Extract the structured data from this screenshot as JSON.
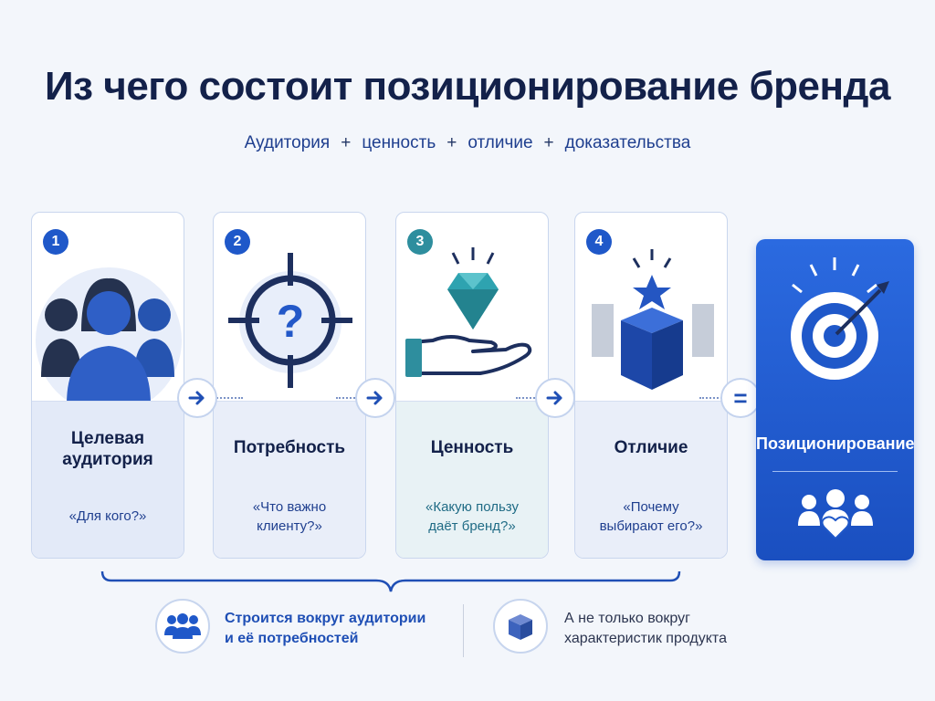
{
  "title": "Из чего состоит позиционирование бренда",
  "subtitle": {
    "parts": [
      "Аудитория",
      "ценность",
      "отличие",
      "доказательства"
    ],
    "separator": "+"
  },
  "steps": [
    {
      "number": "1",
      "label_line1": "Целевая",
      "label_line2": "аудитория",
      "question_line1": "«Для кого?»",
      "question_line2": "",
      "icon": "people-group-icon"
    },
    {
      "number": "2",
      "label_line1": "Потребность",
      "label_line2": "",
      "question_line1": "«Что важно",
      "question_line2": "клиенту?»",
      "icon": "target-question-icon"
    },
    {
      "number": "3",
      "label_line1": "Ценность",
      "label_line2": "",
      "question_line1": "«Какую пользу",
      "question_line2": "даёт бренд?»",
      "icon": "diamond-hand-icon"
    },
    {
      "number": "4",
      "label_line1": "Отличие",
      "label_line2": "",
      "question_line1": "«Почему",
      "question_line2": "выбирают его?»",
      "icon": "standout-cube-star-icon"
    }
  ],
  "equals": "=",
  "result": {
    "label": "Позиционирование",
    "icon": "bullseye-target-icon",
    "sub_icon": "people-heart-icon"
  },
  "footer": {
    "left_line1": "Строится вокруг аудитории",
    "left_line2": "и её потребностей",
    "right_line1": "А не только вокруг",
    "right_line2": "характеристик продукта"
  },
  "colors": {
    "primary": "#1f58c9",
    "dark": "#13214a",
    "teal": "#2e8e9e",
    "background": "#f3f6fb"
  }
}
